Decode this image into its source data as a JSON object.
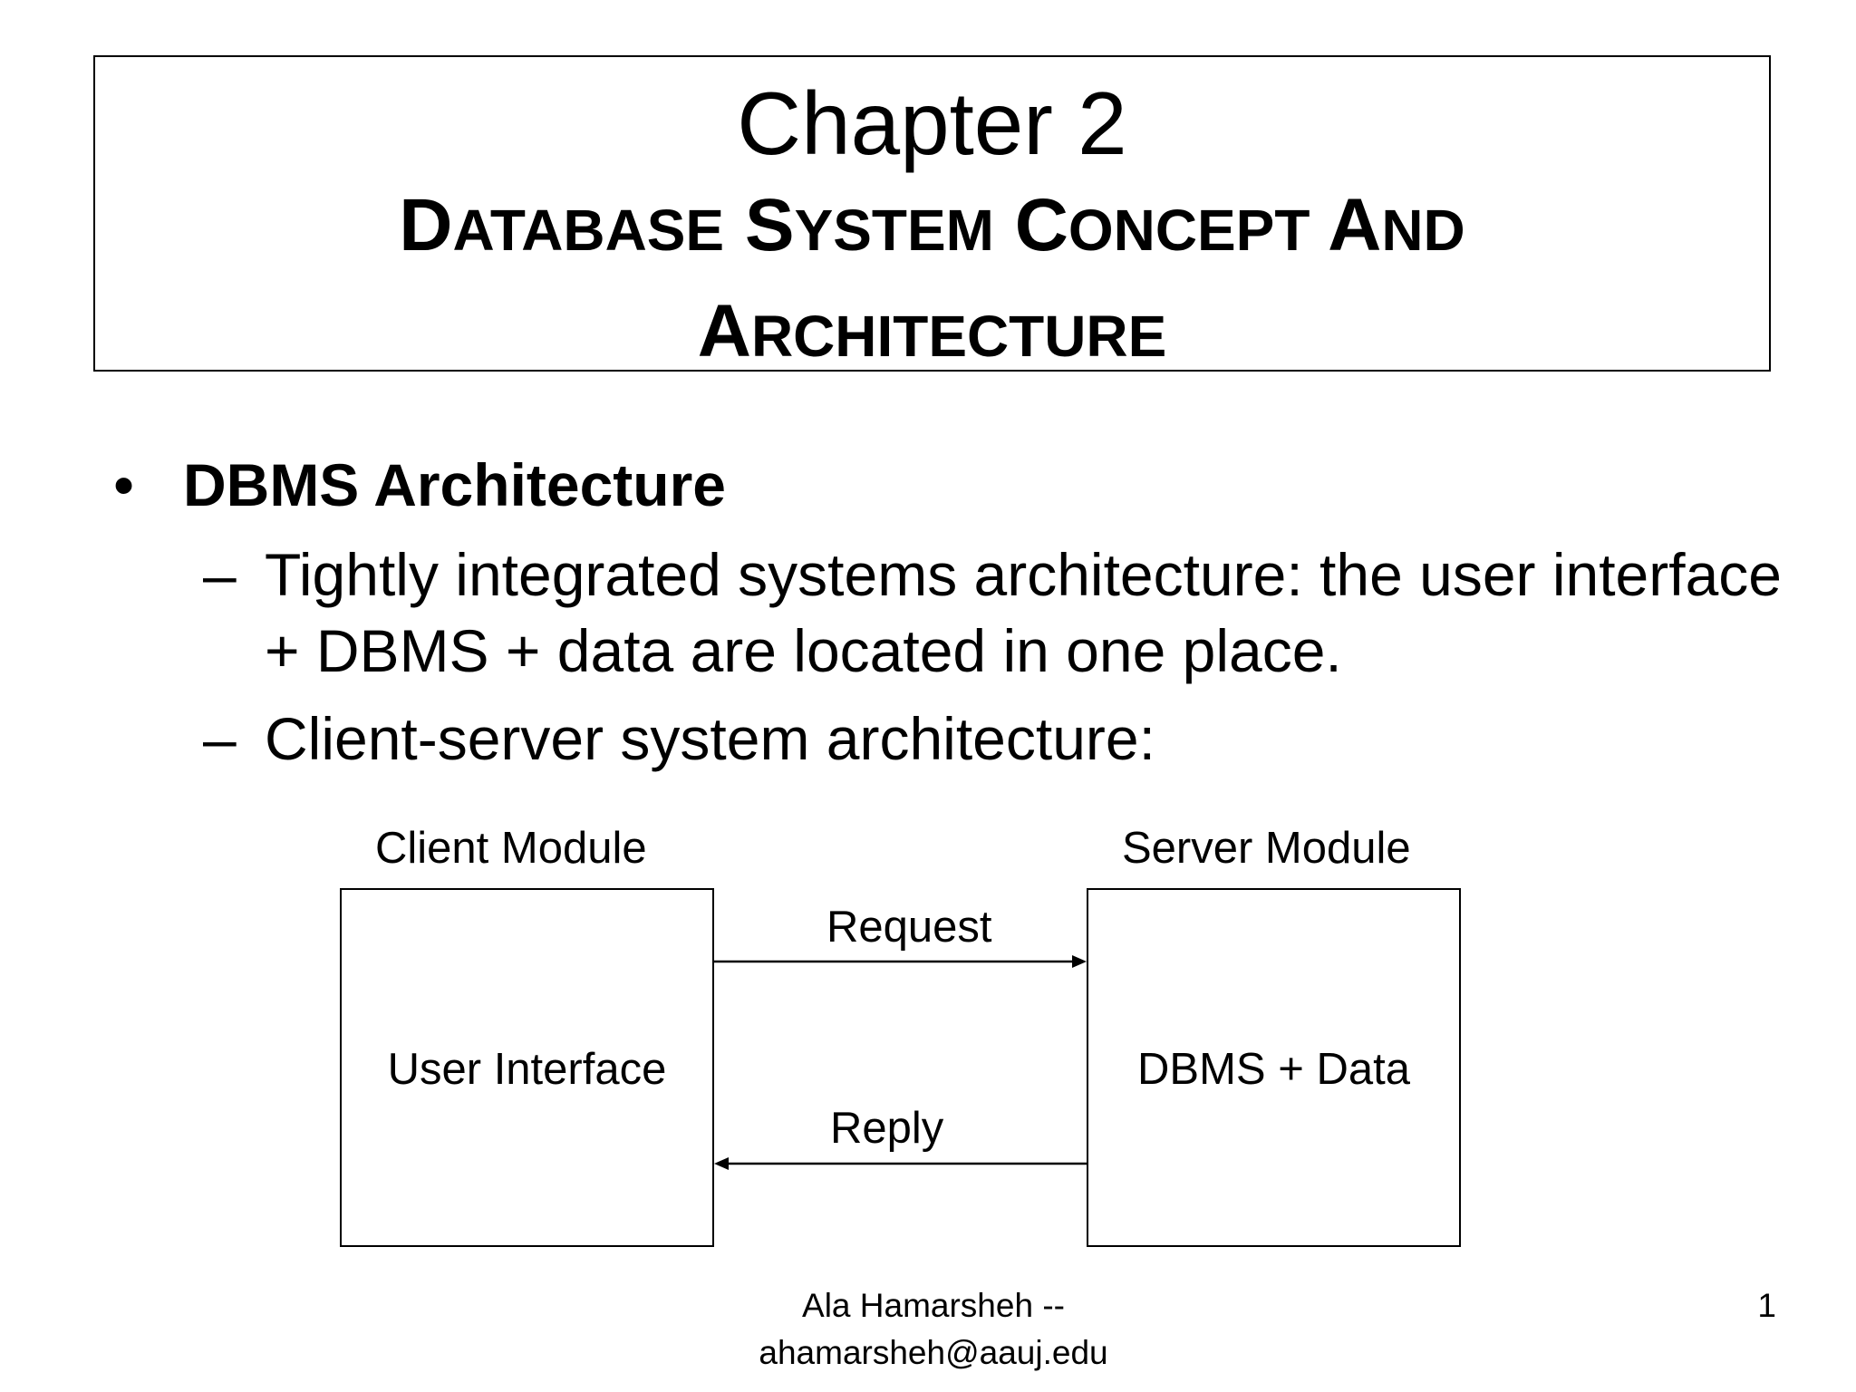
{
  "title": {
    "line1": "Chapter 2",
    "line2_parts": [
      {
        "cap": "D",
        "rest": "ATABASE"
      },
      {
        "cap": "S",
        "rest": "YSTEM"
      },
      {
        "cap": "C",
        "rest": "ONCEPT"
      },
      {
        "cap": "A",
        "rest": "ND"
      }
    ],
    "line3_parts": [
      {
        "cap": "A",
        "rest": "RCHITECTURE"
      }
    ]
  },
  "bullet": {
    "symbol": "•",
    "text": "DBMS Architecture"
  },
  "subbullets": [
    {
      "symbol": "–",
      "text": "Tightly integrated systems architecture: the user interface + DBMS + data are located in one place."
    },
    {
      "symbol": "–",
      "text": "Client-server system architecture:"
    }
  ],
  "diagram": {
    "client_label": "Client Module",
    "server_label": "Server Module",
    "client_box_text": "User Interface",
    "server_box_text": "DBMS + Data",
    "request_label": "Request",
    "reply_label": "Reply"
  },
  "footer": {
    "author": "Ala Hamarsheh --",
    "email": "ahamarsheh@aauj.edu",
    "page_number": "1"
  }
}
